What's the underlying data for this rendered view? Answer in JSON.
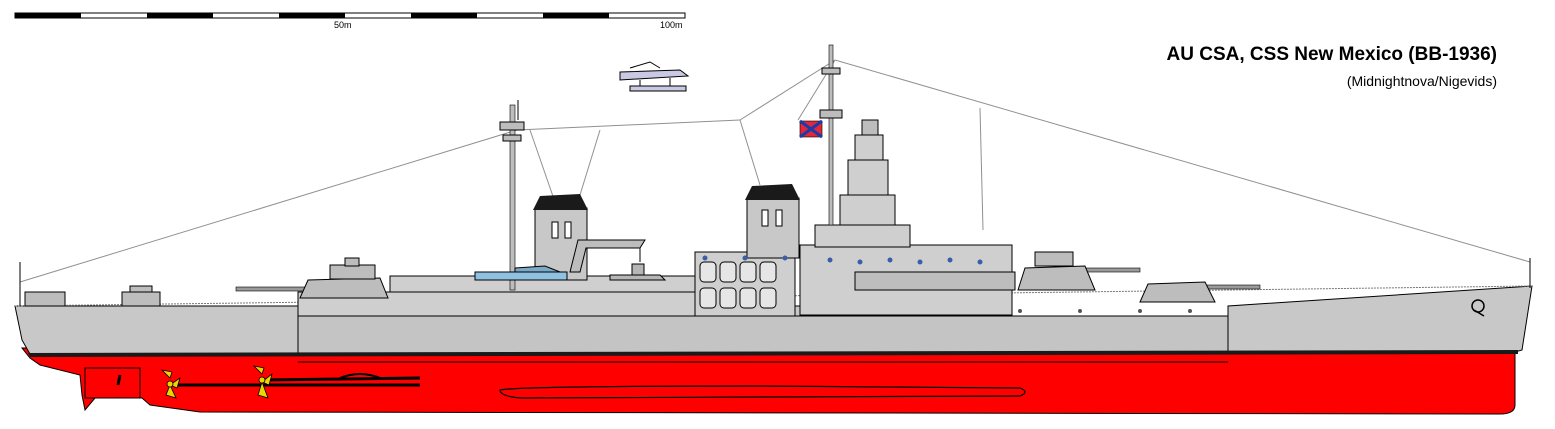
{
  "title": "AU CSA, CSS New Mexico (BB-1936)",
  "subtitle": "(Midnightnova/Nigevids)",
  "scale_bar": {
    "labels": [
      "50m",
      "100m"
    ]
  },
  "colors": {
    "hull_red": "#ff0000",
    "hull_grey": "#c8c8c8",
    "deck_grey": "#d4d4d4",
    "boot_top": "#1a1a1a",
    "rigging": "#909090",
    "flag_red": "#e0283a",
    "flag_blue": "#1c3aa8"
  }
}
